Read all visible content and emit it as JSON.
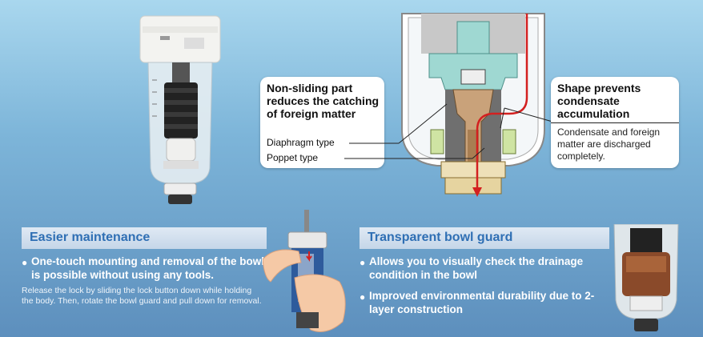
{
  "callout_left": {
    "title": "Non-sliding part reduces the catching of foreign matter",
    "diaphragm_label": "Diaphragm type",
    "poppet_label": "Poppet type"
  },
  "callout_right": {
    "title": "Shape prevents condensate accumulation",
    "body": "Condensate and foreign matter are discharged completely."
  },
  "maintenance": {
    "heading": "Easier maintenance",
    "bullet": "One-touch mounting and removal of the bowl is possible without using any tools.",
    "note": "Release the lock by sliding the lock button down while holding the body. Then, rotate the bowl guard and pull down for removal."
  },
  "bowl_guard": {
    "heading": "Transparent bowl guard",
    "bullets": [
      "Allows you to visually check the drainage condition in the bowl",
      "Improved environmental durability due to 2-layer construction"
    ]
  },
  "colors": {
    "heading_blue": "#2f6fb4",
    "flow_red": "#d32020",
    "body_tan": "#c9a27a",
    "diaphragm_teal": "#9fd8d2"
  }
}
